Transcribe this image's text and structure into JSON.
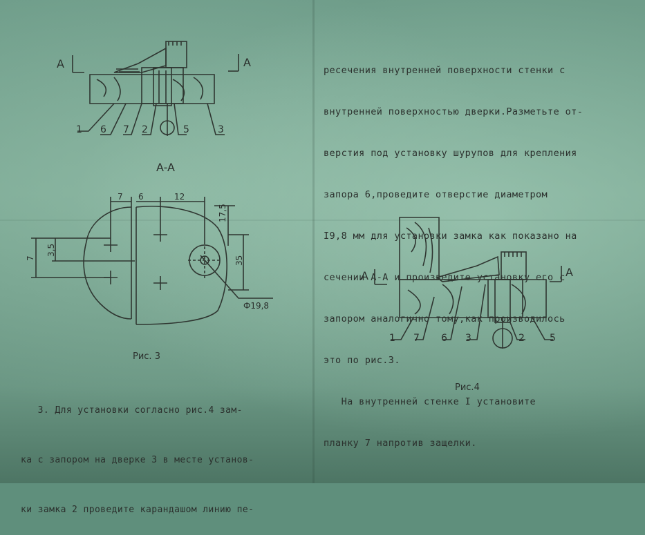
{
  "right_paragraph": [
    "ресечения внутренней поверхности стенки с",
    "внутренней поверхностью дверки.Разметьте от-",
    "верстия под установку шурупов для крепления",
    "запора 6,проведите отверстие диаметром",
    "I9,8 мм для установки замка как показано на",
    "сечении А-А и произведите установку его с",
    "запором аналогично тому,как производилось",
    "это по рис.3.",
    "   На внутренней стенке I установите",
    "планку 7 напротив защелки."
  ],
  "bottom_paragraph": [
    "   3. Для установки согласно рис.4 зам-",
    "ка с запором на дверке 3 в месте установ-",
    "ки замка 2 проведите карандашом линию пе-"
  ],
  "fig_top": {
    "section_left": "A",
    "section_right": "A",
    "callouts": [
      "1",
      "6",
      "7",
      "2",
      "5",
      "3"
    ]
  },
  "fig3": {
    "section_title": "A-A",
    "caption": "Рис. 3",
    "dims": {
      "d7": "7",
      "d6": "6",
      "d12": "12",
      "d17_5": "17,5",
      "d3_5": "3,5",
      "d7_left": "7",
      "d35": "35",
      "diameter": "Ф19,8"
    }
  },
  "fig4": {
    "caption": "Рис.4",
    "section_left": "A",
    "section_right": "A",
    "callouts": [
      "1",
      "7",
      "6",
      "3",
      "2",
      "5"
    ]
  }
}
